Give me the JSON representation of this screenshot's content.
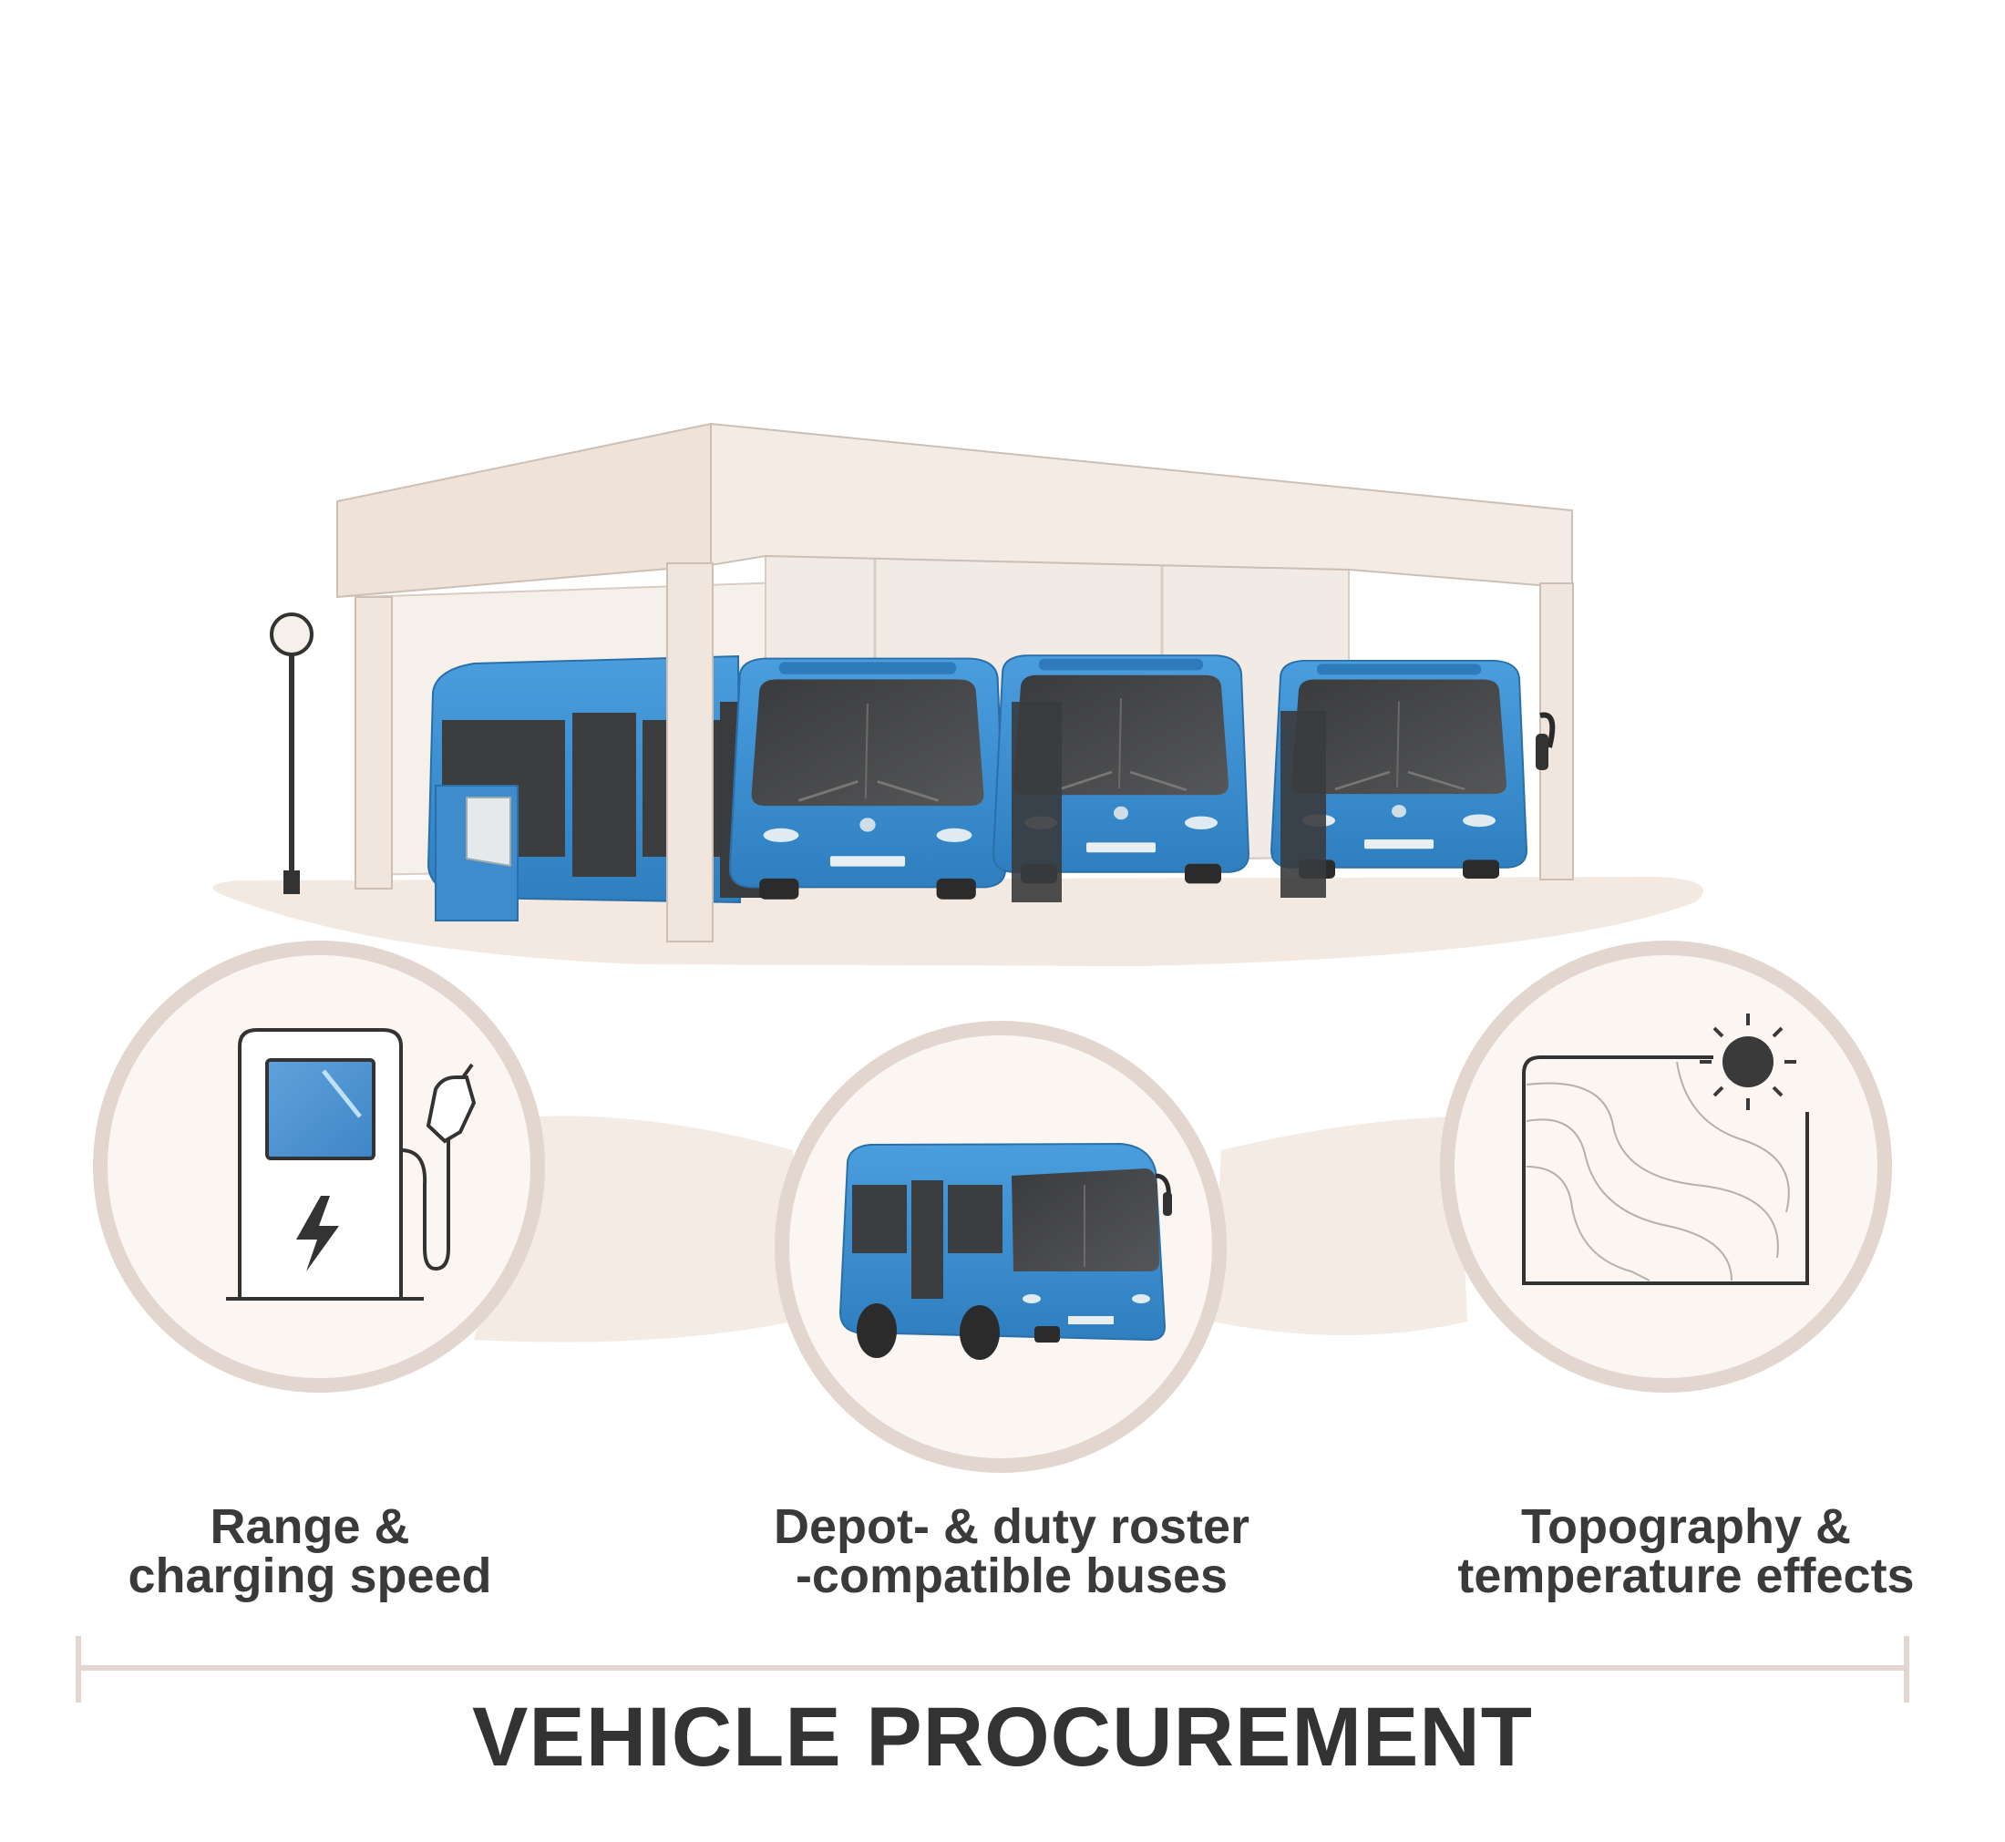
{
  "labels": {
    "range": [
      "Range &",
      "charging speed"
    ],
    "depot": [
      "Depot- & duty roster",
      "-compatible buses"
    ],
    "topography": [
      "Topography &",
      "temperature effects"
    ]
  },
  "footer_title": "VEHICLE PROCUREMENT",
  "colors": {
    "bus_blue": "#3a8fd0",
    "bus_glass": "#4a4a4c",
    "building": "#efe6df",
    "circle_ring": "#e2d6ce",
    "circle_fill": "#fbf6f2",
    "text": "#333333"
  },
  "icons": [
    "ev-charger-icon",
    "bus-icon",
    "topographic-map-icon",
    "sun-icon",
    "lightning-bolt-icon"
  ]
}
